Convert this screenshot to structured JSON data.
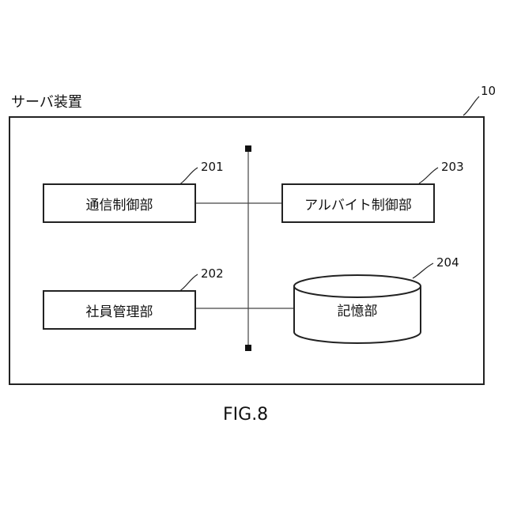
{
  "server": {
    "label": "サーバ装置",
    "ref": "10"
  },
  "blocks": {
    "comm_control": {
      "label": "通信制御部",
      "ref": "201"
    },
    "employee_mgmt": {
      "label": "社員管理部",
      "ref": "202"
    },
    "parttime_control": {
      "label": "アルバイト制御部",
      "ref": "203"
    },
    "storage": {
      "label": "記憶部",
      "ref": "204"
    }
  },
  "figure": {
    "caption": "FIG.8"
  }
}
